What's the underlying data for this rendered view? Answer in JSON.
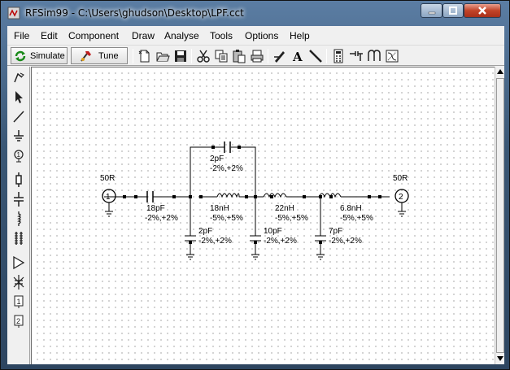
{
  "window": {
    "title": "RFSim99 - C:\\Users\\ghudson\\Desktop\\LPF.cct"
  },
  "menu": [
    "File",
    "Edit",
    "Component",
    "Draw",
    "Analyse",
    "Tools",
    "Options",
    "Help"
  ],
  "toolbar": {
    "simulate_label": "Simulate",
    "tune_label": "Tune"
  },
  "icons": {
    "left_tools": [
      "wire-mode-icon",
      "pointer-icon",
      "line-icon",
      "ground-icon",
      "port-one-icon",
      "resistor-icon",
      "capacitor-icon",
      "inductor-icon",
      "transformer-icon",
      "amplifier-icon",
      "crystal-icon",
      "port-1-icon",
      "port-2-icon"
    ]
  },
  "circuit": {
    "port_in": {
      "number": "1",
      "impedance": "50R"
    },
    "port_out": {
      "number": "2",
      "impedance": "50R"
    },
    "series_cap": {
      "value": "18pF",
      "tolerance": "-2%,+2%"
    },
    "bridge_cap": {
      "value": "2pF",
      "tolerance": "-2%,+2%"
    },
    "l1": {
      "value": "18nH",
      "tolerance": "-5%,+5%"
    },
    "l2": {
      "value": "22nH",
      "tolerance": "-5%,+5%"
    },
    "l3": {
      "value": "6.8nH",
      "tolerance": "-5%,+5%"
    },
    "c_shunt1": {
      "value": "2pF",
      "tolerance": "-2%,+2%"
    },
    "c_shunt2": {
      "value": "10pF",
      "tolerance": "-2%,+2%"
    },
    "c_shunt3": {
      "value": "7pF",
      "tolerance": "-2%,+2%"
    }
  },
  "colors": {
    "close_button": "#c24328",
    "titlebar": "#3a5775"
  }
}
